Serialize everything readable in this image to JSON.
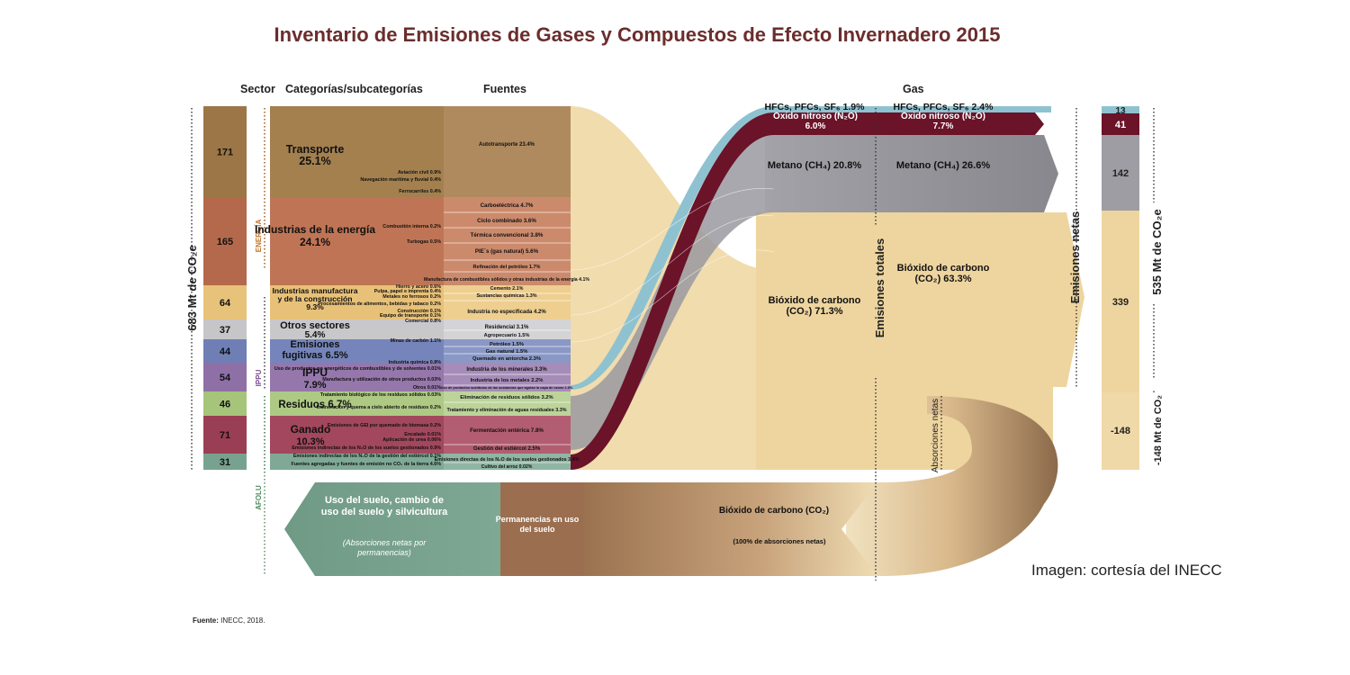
{
  "title": "Inventario de Emisiones de Gases y Compuestos de Efecto Invernadero 2015",
  "headers": {
    "sector": "Sector",
    "categorias": "Categorías/subcategorías",
    "fuentes": "Fuentes",
    "gas": "Gas"
  },
  "axis_labels": {
    "left_total": "683 Mt de CO₂e",
    "right_net": "535 Mt de CO₂e",
    "right_absorptions": "-148 Mt de CO₂",
    "emisiones_totales": "Emisiones totales",
    "emisiones_netas": "Emisiones netas",
    "absorciones_netas": "Absorciones netas"
  },
  "sector_groups": [
    "ENERGÍA",
    "IPPU",
    "AFOLU"
  ],
  "sectors": [
    {
      "value": "171",
      "color": "#9c7646"
    },
    {
      "value": "165",
      "color": "#b5694c"
    },
    {
      "value": "64",
      "color": "#e7c27a"
    },
    {
      "value": "37",
      "color": "#c6c6c8"
    },
    {
      "value": "44",
      "color": "#6f7fb6"
    },
    {
      "value": "54",
      "color": "#8f70a6"
    },
    {
      "value": "46",
      "color": "#a6c47a"
    },
    {
      "value": "71",
      "color": "#9a3e54"
    },
    {
      "value": "31",
      "color": "#78a290"
    }
  ],
  "categories": [
    {
      "name": "Transporte",
      "pct": "25.1%"
    },
    {
      "name": "Industrias de la energía",
      "pct": "24.1%"
    },
    {
      "name": "Industrias manufactura y de la construcción 9.3%",
      "pct": ""
    },
    {
      "name": "Otros sectores",
      "pct": "5.4%"
    },
    {
      "name": "Emisiones fugitivas 6.5%",
      "pct": ""
    },
    {
      "name": "IPPU",
      "pct": "7.9%"
    },
    {
      "name": "Residuos 6.7%",
      "pct": ""
    },
    {
      "name": "Ganado",
      "pct": "10.3%"
    }
  ],
  "subcategories": [
    "Aviación civil 0.9%",
    "Navegación marítima y fluvial 0.4%",
    "Ferrocarriles 0.4%",
    "Combustión interna 0.2%",
    "Turbogas 0.5%",
    "Hierro y acero 0.6%",
    "Pulpa, papel e imprenta 0.4%",
    "Metales no ferrosos 0.2%",
    "Procesamientos de alimentos, bebidas y tabaco 0.2%",
    "Construcción 0.1%",
    "Equipo de transporte 0.1%",
    "Comercial 0.8%",
    "Minas de carbón 1.1%",
    "Industria química 0.8%",
    "Uso de productos no energéticos de combustibles y de solventes 0.01%",
    "Manufactura y utilización de otros productos 0.03%",
    "Otros 0.01%",
    "Tratamiento biológico de los residuos sólidos 0.03%",
    "Incineración y quema a cielo abierto de residuos 0.2%",
    "Emisiones de GEI por quemado de biomasa 0.2%",
    "Encalado 0.01%",
    "Aplicación de urea 0.06%",
    "Emisiones indirectas de los N₂O de los suelos gestionados 0.9%",
    "Emisiones indirectas de los N₂O de la gestión del estiércol 0.1%",
    "Fuentes agregadas y fuentes de emisión no CO₂ de la tierra 4.6%"
  ],
  "fuentes": [
    "Autotransporte 23.4%",
    "Carboeléctrica 4.7%",
    "Ciclo combinado 3.6%",
    "Térmica convencional 3.8%",
    "PIE´s (gas natural) 5.6%",
    "Refinación del petróleo 1.7%",
    "Manufactura de combustibles sólidos y otras industrias de la energía 4.1%",
    "Cemento 2.1%",
    "Sustancias químicas 1.3%",
    "Industria no especificada 4.2%",
    "Residencial 3.1%",
    "Agropecuario 1.5%",
    "Petróleo 1.5%",
    "Gas natural 1.5%",
    "Quemado en antorcha 2.3%",
    "Industria de los minerales 3.3%",
    "Industria de los metales 2.2%",
    "Uso de productos sustitutos de las sustancias que agotan la capa de ozono 1.6%",
    "Eliminación de residuos sólidos 3.2%",
    "Tratamiento y eliminación de aguas residuales 3.3%",
    "Fermentación entérica 7.8%",
    "Gestión del estiércol 2.5%",
    "Emisiones directas de los N₂O de los suelos gestionados 3.4%",
    "Cultivo del arroz 0.02%"
  ],
  "gases_total": [
    {
      "name": "HFCs, PFCs, SF₆ 1.9%",
      "color": "#8ec2d0"
    },
    {
      "name": "Óxido nitroso (N₂O) 6.0%",
      "color": "#6a1329"
    },
    {
      "name": "Metano (CH₄) 20.8%",
      "color": "#8d8c93"
    },
    {
      "name": "Bióxido de carbono (CO₂) 71.3%",
      "color": "#edd29a"
    }
  ],
  "gases_net": [
    {
      "name": "HFCs, PFCs, SF₆ 2.4%"
    },
    {
      "name": "Óxido nitroso (N₂O) 7.7%"
    },
    {
      "name": "Metano (CH₄) 26.6%"
    },
    {
      "name": "Bióxido de carbono (CO₂) 63.3%"
    }
  ],
  "net_values": [
    "13",
    "41",
    "142",
    "339",
    "-148"
  ],
  "bottom": {
    "co2_label": "Bióxido de carbono (CO₂)",
    "co2_sub": "(100% de absorciones netas)",
    "permanencias": "Permanencias en uso del suelo",
    "uso_suelo": "Uso del suelo, cambio de uso del suelo y silvicultura",
    "uso_suelo_sub": "(Absorciones netas por permanencias)"
  },
  "footer": {
    "label": "Fuente:",
    "text": " INECC, 2018."
  },
  "credit": "Imagen: cortesía del INECC"
}
